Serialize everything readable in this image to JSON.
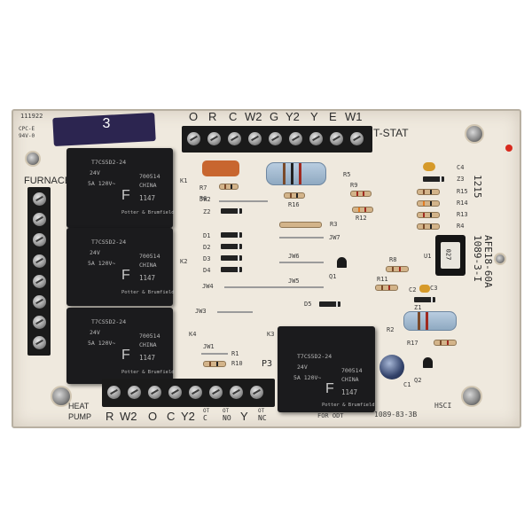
{
  "board": {
    "part_number": "1089-3-I",
    "model": "AFE18-60A",
    "date_code": "1215",
    "bottom_part_number": "1089-83-3B",
    "brand_mark": "HSCI",
    "ul_mark_line1": "CPC-E",
    "ul_mark_line2": "94V-0",
    "lot_number": "111922",
    "sticker_number": "3"
  },
  "top_terminal": {
    "labels": [
      "O",
      "R",
      "C",
      "W2",
      "G",
      "Y2",
      "Y",
      "E",
      "W1"
    ],
    "title": "T-STAT"
  },
  "left_terminal": {
    "title": "FURNACE"
  },
  "bottom_terminal": {
    "title_line1": "HEAT",
    "title_line2": "PUMP",
    "labels": [
      "R",
      "W2",
      "O",
      "C",
      "Y2"
    ],
    "out_labels": [
      {
        "top": "OT",
        "bottom": "C"
      },
      {
        "top": "OT",
        "bottom": "NO"
      },
      {
        "top": "",
        "bottom": "Y"
      },
      {
        "top": "OT",
        "bottom": "NC"
      }
    ],
    "for_odt": "FOR ODT",
    "p3": "P3"
  },
  "relays": [
    {
      "id": "K1",
      "model": "T7CS5D2-24",
      "coil": "24V",
      "rating": "5A 120V~",
      "code": "700514",
      "origin": "CHINA",
      "letter": "F",
      "date": "1147",
      "maker": "Potter & Brumfield"
    },
    {
      "id": "K2",
      "model": "T7CS5D2-24",
      "coil": "24V",
      "rating": "5A 120V~",
      "code": "700514",
      "origin": "CHINA",
      "letter": "F",
      "date": "1147",
      "maker": "Potter & Brumfield"
    },
    {
      "id": "K4",
      "model": "T7CS5D2-24",
      "coil": "24V",
      "rating": "5A 120V~",
      "code": "700514",
      "origin": "CHINA",
      "letter": "F",
      "date": "1147",
      "maker": "Potter & Brumfield"
    },
    {
      "id": "K3",
      "model": "T7CS5D2-24",
      "coil": "24V",
      "rating": "5A 120V~",
      "code": "700514",
      "origin": "CHINA",
      "letter": "F",
      "date": "1147",
      "maker": "Potter & Brumfield"
    }
  ],
  "chip_label": "027",
  "components": {
    "resistors": [
      "R5",
      "R7",
      "R9",
      "R16",
      "R12",
      "R3",
      "R8",
      "R11",
      "R1",
      "R10",
      "R2",
      "R17",
      "R15",
      "R14",
      "R13",
      "R4",
      "R6"
    ],
    "capacitors": [
      "C4",
      "C3",
      "C2",
      "C1"
    ],
    "diodes": [
      "D1",
      "D2",
      "D3",
      "D4",
      "D5",
      "Z1",
      "Z2",
      "Z3"
    ],
    "jumpers": [
      "JW1",
      "JW2",
      "JW3",
      "JW4",
      "JW5",
      "JW6",
      "JW7"
    ],
    "transistors": [
      "Q1",
      "Q2"
    ],
    "ic": "U1"
  }
}
